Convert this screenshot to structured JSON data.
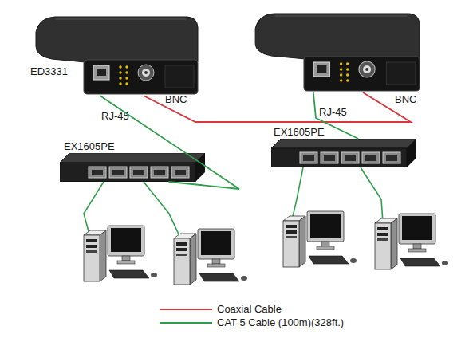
{
  "diagram": {
    "nodes": [
      {
        "text": [
          "ED3331",
          "RJ-45",
          "BNC"
        ]
      },
      {
        "text": [
          "RJ-45",
          "BNC"
        ]
      },
      {
        "text": [
          "EX1605PE"
        ]
      },
      {
        "text": [
          "EX1605PE"
        ]
      }
    ],
    "edges": [
      {
        "from": 0,
        "to": 1,
        "arrow": "none"
      },
      {
        "from": 0,
        "to": 2,
        "arrow": "none"
      },
      {
        "from": 1,
        "to": 3,
        "arrow": "none"
      }
    ],
    "legend": [
      {
        "text": "Coaxial Cable"
      },
      {
        "text": "CAT 5 Cable (100m)(328ft.)"
      }
    ]
  }
}
